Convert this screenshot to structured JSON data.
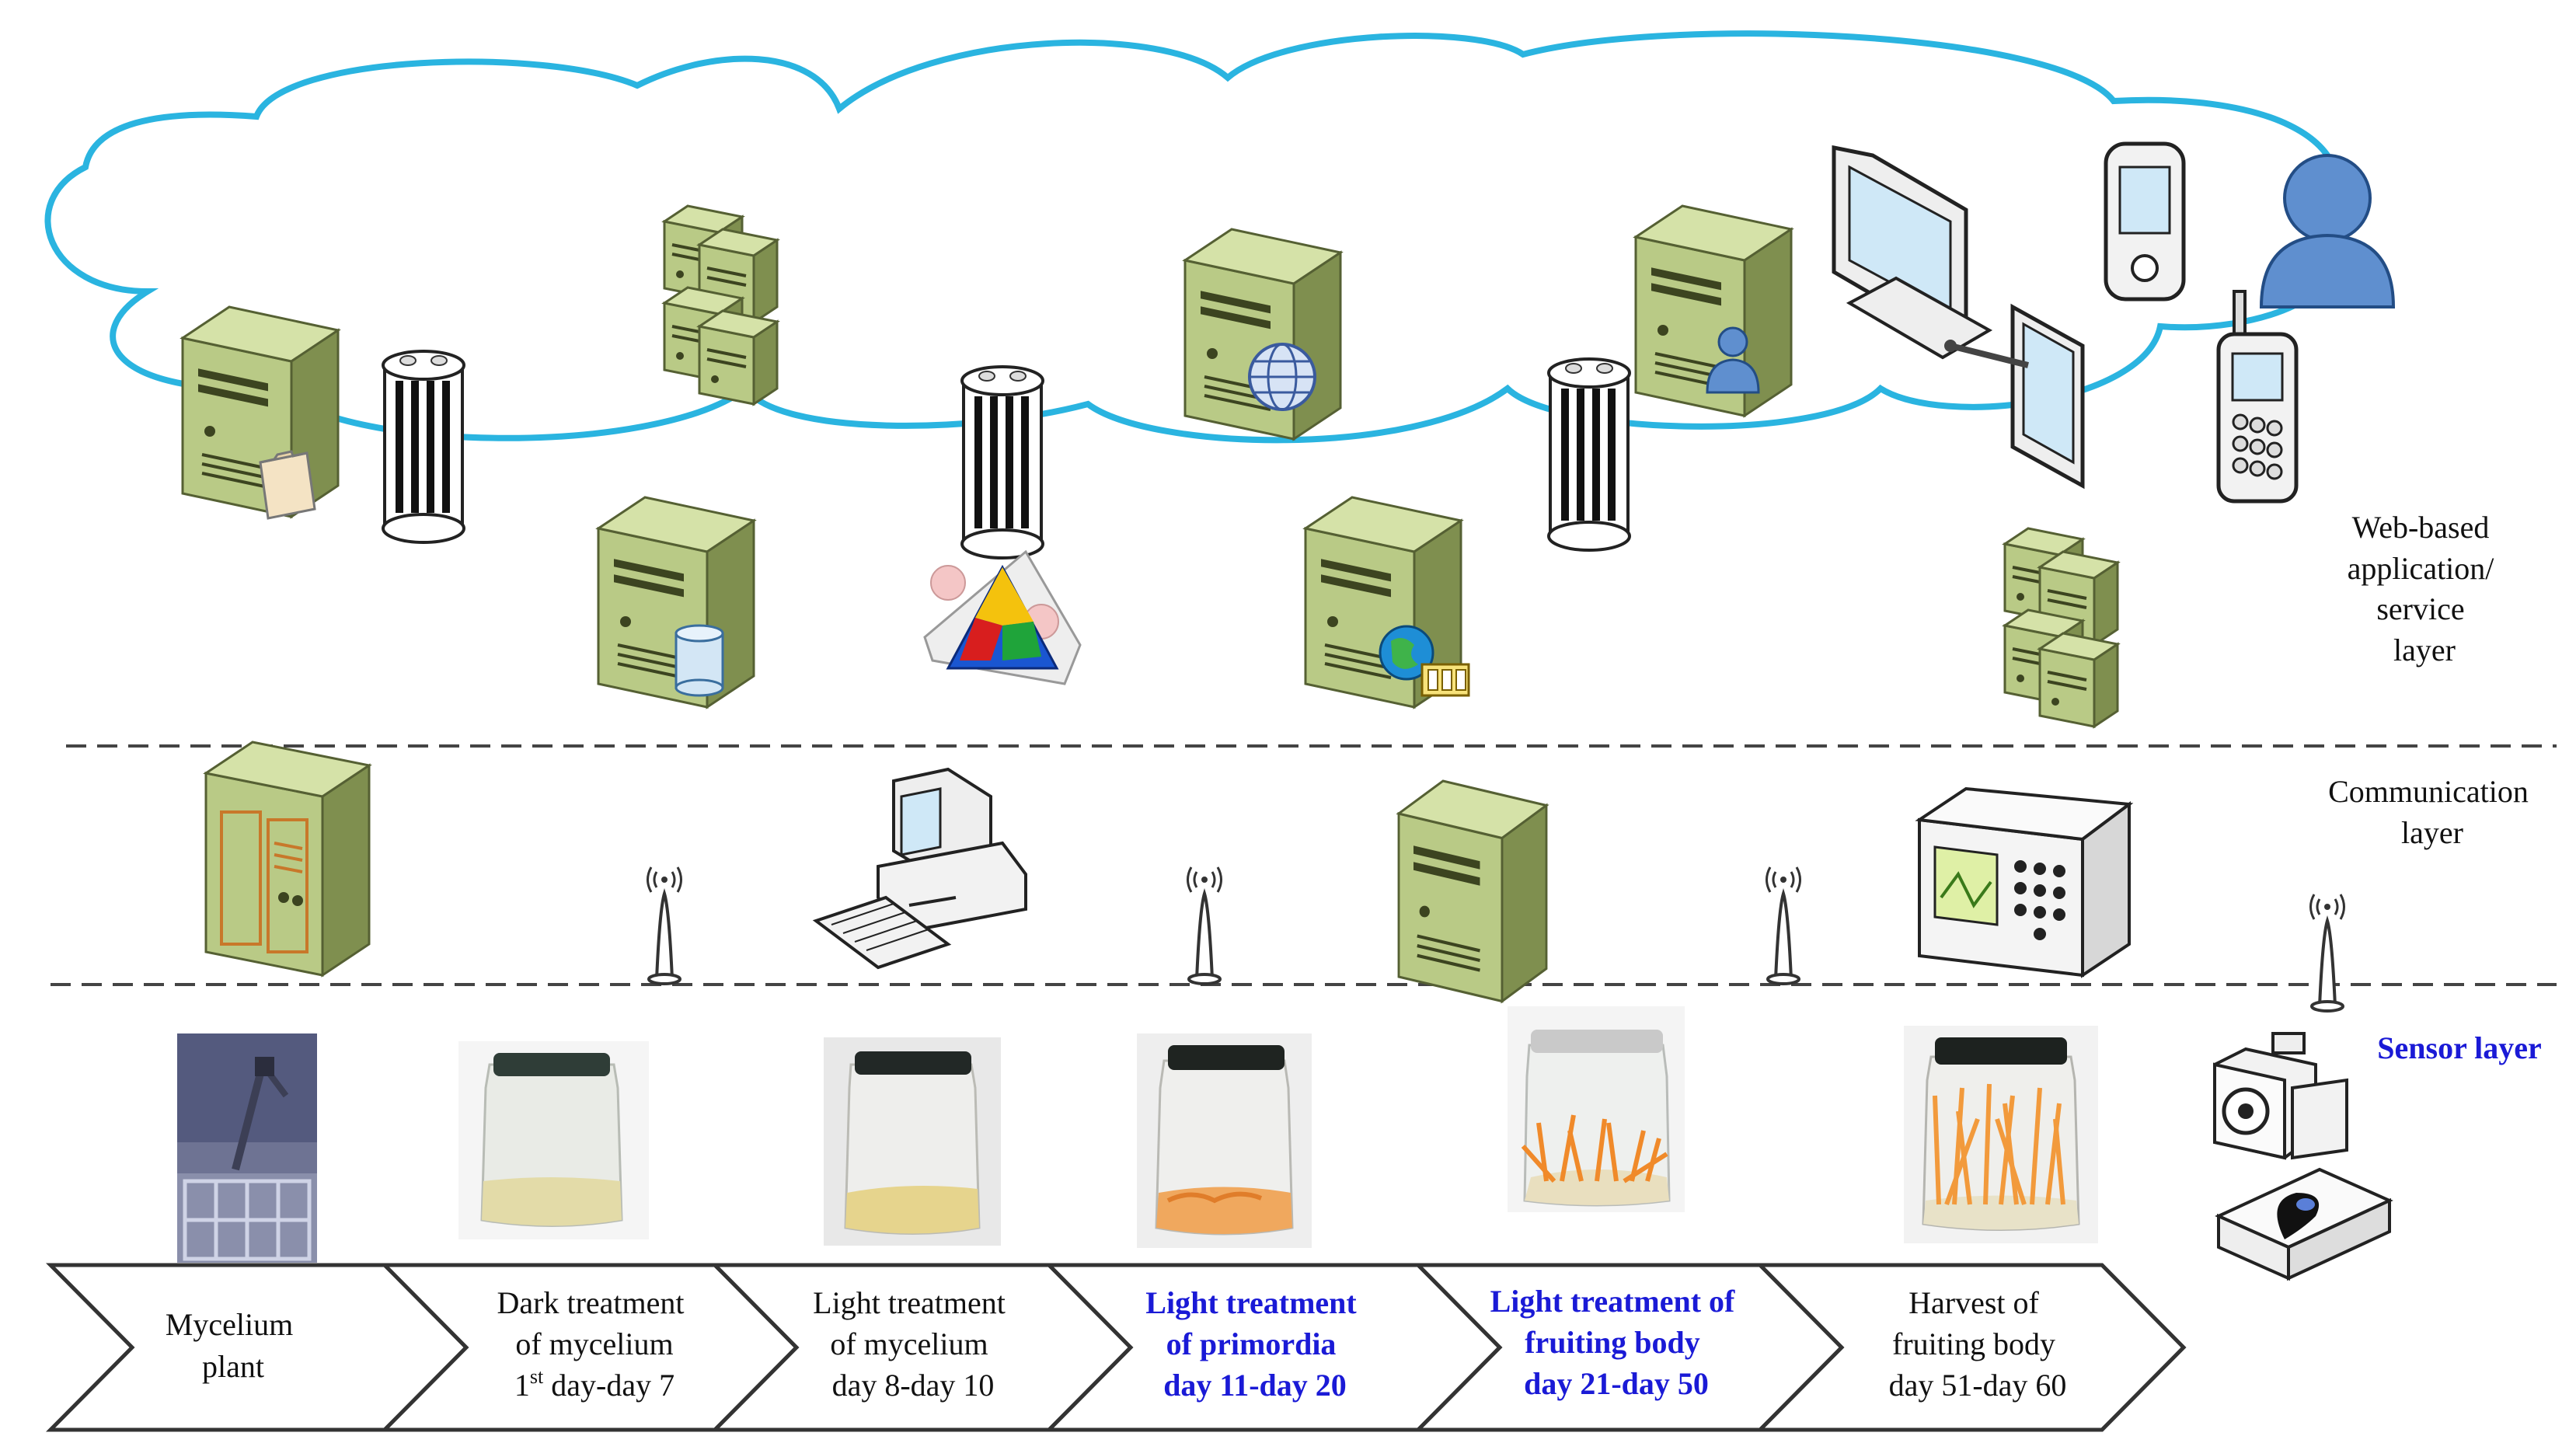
{
  "colors": {
    "cloud_outline": "#2ab4e0",
    "server_green": "#b5c783",
    "server_dark": "#7a8a4e",
    "accent_blue": "#1a1ad6",
    "user_blue": "#5f8fcf"
  },
  "layers": {
    "web": [
      "Web-based",
      "application/",
      "service",
      "layer"
    ],
    "communication": [
      "Communication",
      "layer"
    ],
    "sensor": [
      "Sensor layer"
    ]
  },
  "icons": {
    "cloud": [
      "server-folder-icon",
      "database-column-icon",
      "server-cluster-icon",
      "server-database-icon",
      "database-column-icon",
      "diagram-triangle-icon",
      "server-globe-icon",
      "server-media-icon",
      "database-column-icon",
      "server-user-icon",
      "monitor-icon",
      "tablet-icon",
      "pda-icon",
      "mobile-phone-icon",
      "user-icon",
      "server-cluster-icon"
    ],
    "communication": [
      "mainframe-icon",
      "antenna-icon",
      "workstation-icon",
      "antenna-icon",
      "server-icon",
      "antenna-icon",
      "controller-device-icon",
      "antenna-icon"
    ],
    "sensor": [
      "camera-icon",
      "motion-sensor-icon"
    ]
  },
  "stages": [
    {
      "lines": [
        "Mycelium",
        "plant"
      ],
      "highlight": false,
      "photo": "mycelium-plant-photo"
    },
    {
      "lines": [
        "Dark treatment",
        "of mycelium",
        "1st day-day 7"
      ],
      "sup": {
        "base": "1",
        "sup": "st",
        "rest": " day-day 7"
      },
      "highlight": false,
      "photo": "dark-jar-photo"
    },
    {
      "lines": [
        "Light treatment",
        "of mycelium",
        "day 8-day 10"
      ],
      "highlight": false,
      "photo": "light-jar-photo"
    },
    {
      "lines": [
        "Light treatment",
        "of primordia",
        "day 11-day 20"
      ],
      "highlight": true,
      "photo": "primordia-jar-photo"
    },
    {
      "lines": [
        "Light treatment of",
        "fruiting body",
        "day 21-day 50"
      ],
      "highlight": true,
      "photo": "fruiting-jar-photo"
    },
    {
      "lines": [
        "Harvest of",
        "fruiting body",
        "day 51-day 60"
      ],
      "highlight": false,
      "photo": "harvest-jar-photo"
    }
  ]
}
